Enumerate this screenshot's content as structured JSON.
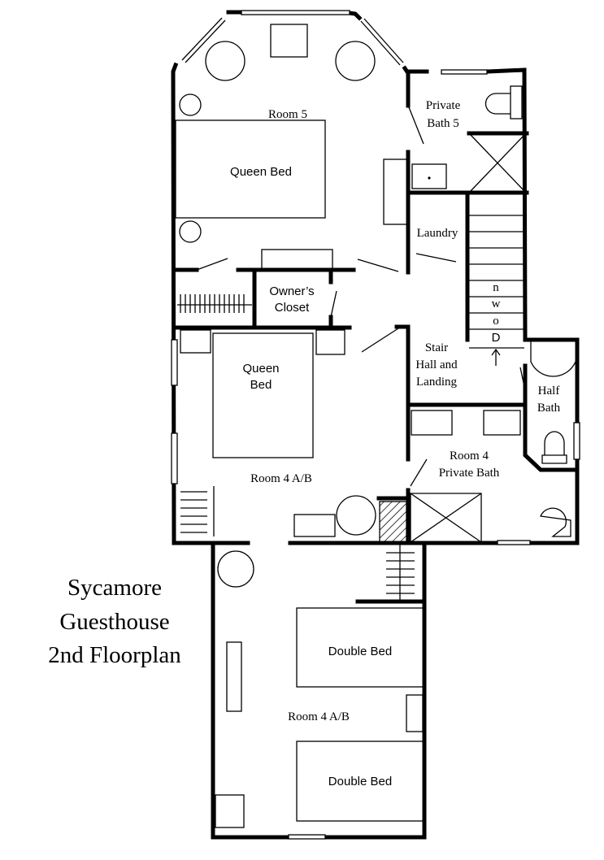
{
  "title": {
    "line1": "Sycamore",
    "line2": "Guesthouse",
    "line3": "2nd Floorplan"
  },
  "rooms": {
    "room5": "Room 5",
    "private_bath5_l1": "Private",
    "private_bath5_l2": "Bath 5",
    "laundry": "Laundry",
    "owners_closet_l1": "Owner’s",
    "owners_closet_l2": "Closet",
    "stair_hall_l1": "Stair",
    "stair_hall_l2": "Hall and",
    "stair_hall_l3": "Landing",
    "half_bath_l1": "Half",
    "half_bath_l2": "Bath",
    "room4_bath_l1": "Room 4",
    "room4_bath_l2": "Private Bath",
    "room4ab_upper": "Room 4 A/B",
    "room4ab_lower": "Room 4 A/B"
  },
  "furniture": {
    "queen_bed_room5": "Queen Bed",
    "queen_bed_room4_l1": "Queen",
    "queen_bed_room4_l2": "Bed",
    "double_bed_1": "Double Bed",
    "double_bed_2": "Double Bed"
  },
  "stairs": {
    "d1": "n",
    "d2": "w",
    "d3": "o",
    "d4": "D"
  }
}
